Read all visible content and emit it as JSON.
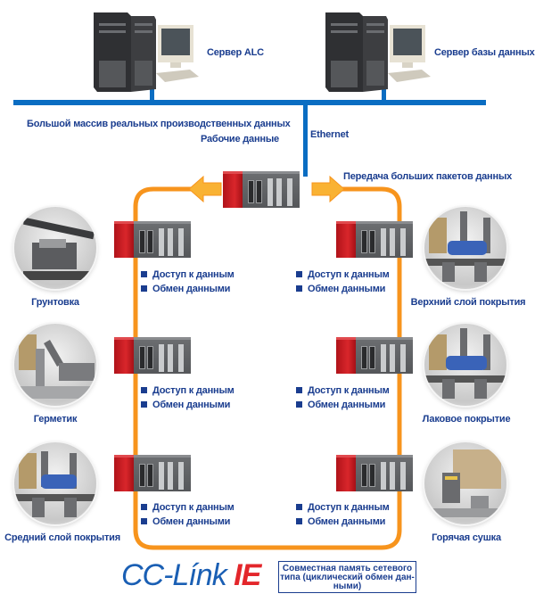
{
  "servers": [
    {
      "label": "Сервер ALC",
      "icon": "server-workstation-icon"
    },
    {
      "label": "Сервер базы данных",
      "icon": "server-workstation-icon"
    }
  ],
  "network": {
    "ethernet_label": "Ethernet",
    "bus_caption_line1": "Большой массив реальных производственных данных",
    "bus_caption_line2": "Рабочие данные",
    "ring_caption": "Передача больших пакетов данных"
  },
  "colors": {
    "ethernet_blue": "#0a6dc2",
    "ring_orange": "#f7941d",
    "text_blue": "#1a3d8f",
    "plc_red": "#d9262b",
    "logo_red": "#e3262b"
  },
  "stations": [
    {
      "name": "Грунтовка",
      "side": "left",
      "bullets": [
        "Доступ к данным",
        "Обмен данными"
      ]
    },
    {
      "name": "Герметик",
      "side": "left",
      "bullets": [
        "Доступ к данным",
        "Обмен данными"
      ]
    },
    {
      "name": "Средний слой покрытия",
      "side": "left",
      "bullets": [
        "Доступ к данным",
        "Обмен данными"
      ]
    },
    {
      "name": "Верхний слой покрытия",
      "side": "right",
      "bullets": [
        "Доступ к данным",
        "Обмен данными"
      ]
    },
    {
      "name": "Лаковое покрытие",
      "side": "right",
      "bullets": [
        "Доступ к данным",
        "Обмен данными"
      ]
    },
    {
      "name": "Горячая сушка",
      "side": "right",
      "bullets": [
        "Доступ к данным",
        "Обмен данными"
      ]
    }
  ],
  "footer": {
    "logo_part1": "CC-Línk ",
    "logo_part2": "IE",
    "legend_line1": "Совместная память сетевого",
    "legend_line2": "типа (циклический обмен дан-",
    "legend_line3": "ными)"
  }
}
